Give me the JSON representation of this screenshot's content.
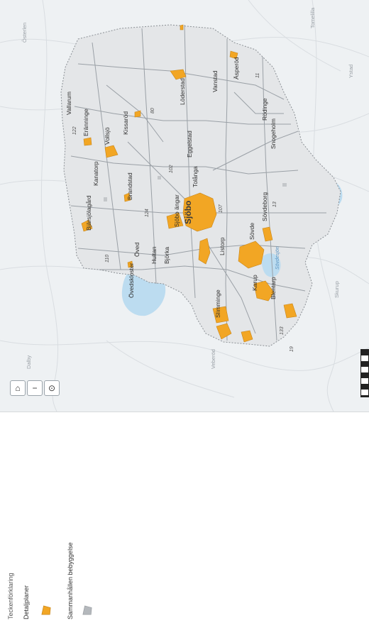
{
  "map": {
    "labels": {
      "vallarum": "Vallarum",
      "eranninge": "Eränninge",
      "vollsjo": "Vollsjö",
      "kaniatorp": "Kanatorp",
      "bjarsjolagard": "Bjärsjölagård",
      "brandstad": "Brandstad",
      "kasarod": "Kissaröd",
      "loverstad": "Löderstad",
      "vanstad": "Vanstad",
      "asperod": "Äsperöd",
      "eggelstad": "Eggelstad",
      "tolanga": "Tolånga",
      "sjobo": "Sjöbo",
      "sjobo_angar": "Sjöbo ängar",
      "oved": "Öved",
      "hultan": "Hultan",
      "bjorka": "Björka",
      "blentarp": "Blentarp",
      "karup": "Karup",
      "sovde": "Sövde",
      "sovdeborg": "Sövdeborg",
      "listorp": "Listorp",
      "rodinge": "Rödinge",
      "slimminge": "Slimminge",
      "osterlen": "Österlen",
      "snogeholm": "Snogeholm",
      "ovedskloster": "Övedskloster",
      "sovdesjon": "Sövdesjön",
      "veberod": "Veberöd",
      "dalby": "Dalby",
      "skurup": "Skurup",
      "ystad": "Ystad",
      "tomelilla": "Tomelilla",
      "rd_122": "122",
      "rd_80": "80",
      "rd_102": "102",
      "rd_124": "124",
      "rd_110": "110",
      "rd_107": "107",
      "rd_13": "13",
      "rd_11": "11",
      "rd_133": "133",
      "rd_19": "19"
    }
  },
  "controls": {
    "home": "⌂",
    "zoom_out": "−",
    "locate": "⊙"
  },
  "legend": {
    "title": "Teckenförklaring",
    "items": [
      {
        "label": "Detaljplaner",
        "color": "#f2a624"
      },
      {
        "label": "Sammanhållen bebyggelse",
        "color": "#b4b8bc"
      }
    ]
  }
}
